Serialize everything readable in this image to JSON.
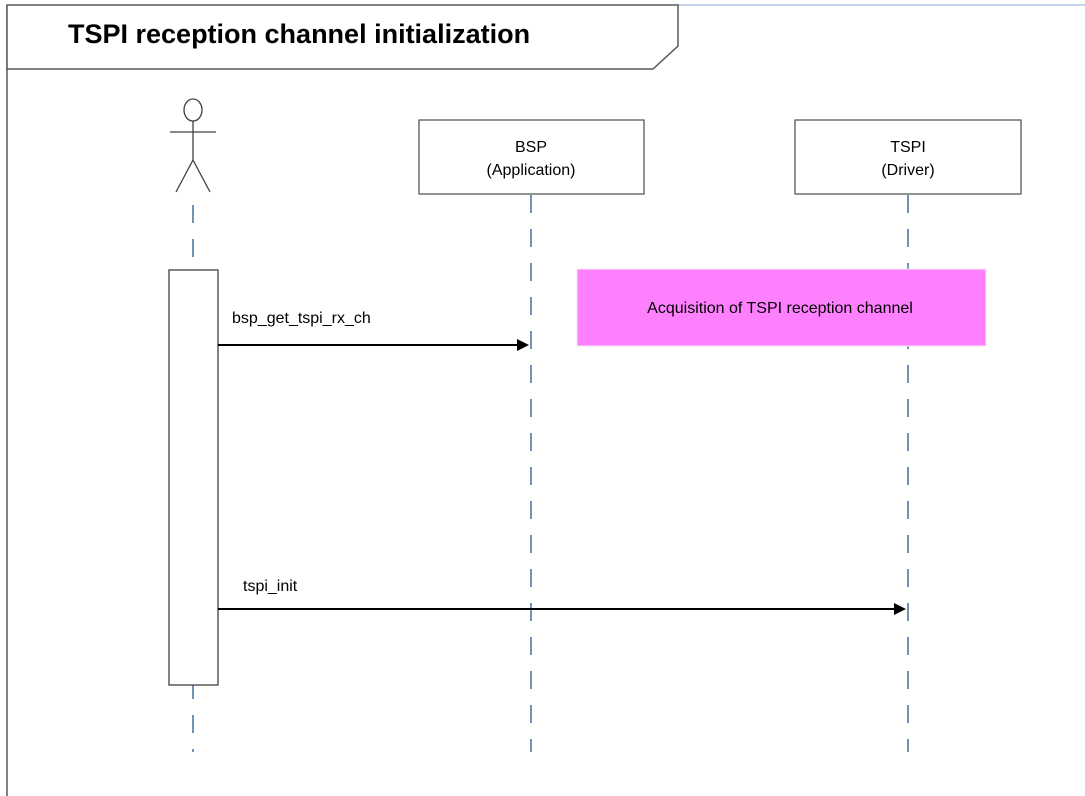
{
  "diagram": {
    "title": "TSPI reception channel initialization",
    "participants": [
      {
        "id": "actor",
        "type": "actor",
        "line1": "",
        "line2": ""
      },
      {
        "id": "bsp",
        "type": "object",
        "line1": "BSP",
        "line2": "(Application)"
      },
      {
        "id": "tspi",
        "type": "object",
        "line1": "TSPI",
        "line2": "(Driver)"
      }
    ],
    "messages": [
      {
        "label": "bsp_get_tspi_rx_ch",
        "from": "actor",
        "to": "bsp"
      },
      {
        "label": "tspi_init",
        "from": "actor",
        "to": "tspi"
      }
    ],
    "note": {
      "text": "Acquisition of TSPI reception channel",
      "color": "#ff80ff"
    },
    "colors": {
      "lifeline": "#41719c",
      "frame": "#595959"
    }
  }
}
